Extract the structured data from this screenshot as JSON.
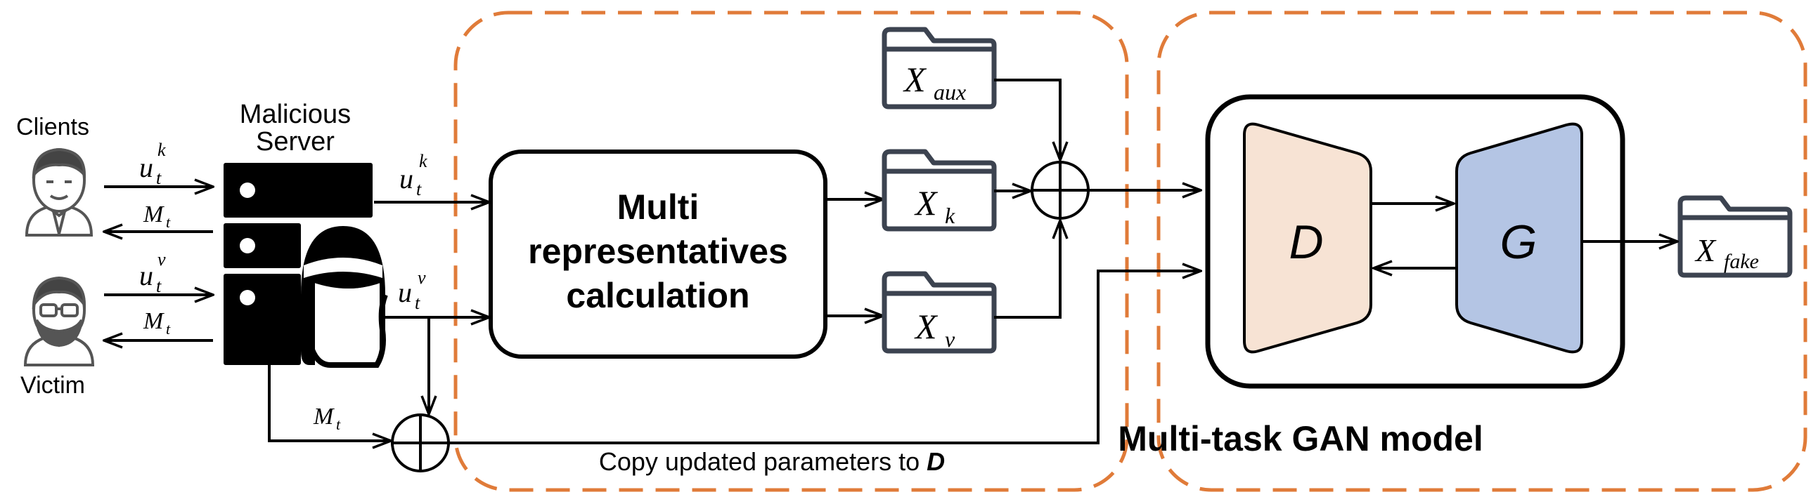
{
  "labels": {
    "clients": "Clients",
    "victim": "Victim",
    "server_line1": "Malicious",
    "server_line2": "Server",
    "multi_line1": "Multi",
    "multi_line2": "representatives",
    "multi_line3": "calculation",
    "copy_text": "Copy updated parameters to ",
    "copy_bold": "D",
    "gan_title": "Multi-task GAN model",
    "disc": "D",
    "gen": "G"
  },
  "math": {
    "u": "u",
    "t": "t",
    "k": "k",
    "v": "v",
    "M": "M",
    "X": "X",
    "aux": "aux",
    "fake": "fake"
  },
  "colors": {
    "dashed_border": "#E07B39",
    "disc_fill": "#F7E3D4",
    "gen_fill": "#B4C5E4",
    "line": "#000000",
    "folder_stroke": "#3C4350"
  }
}
